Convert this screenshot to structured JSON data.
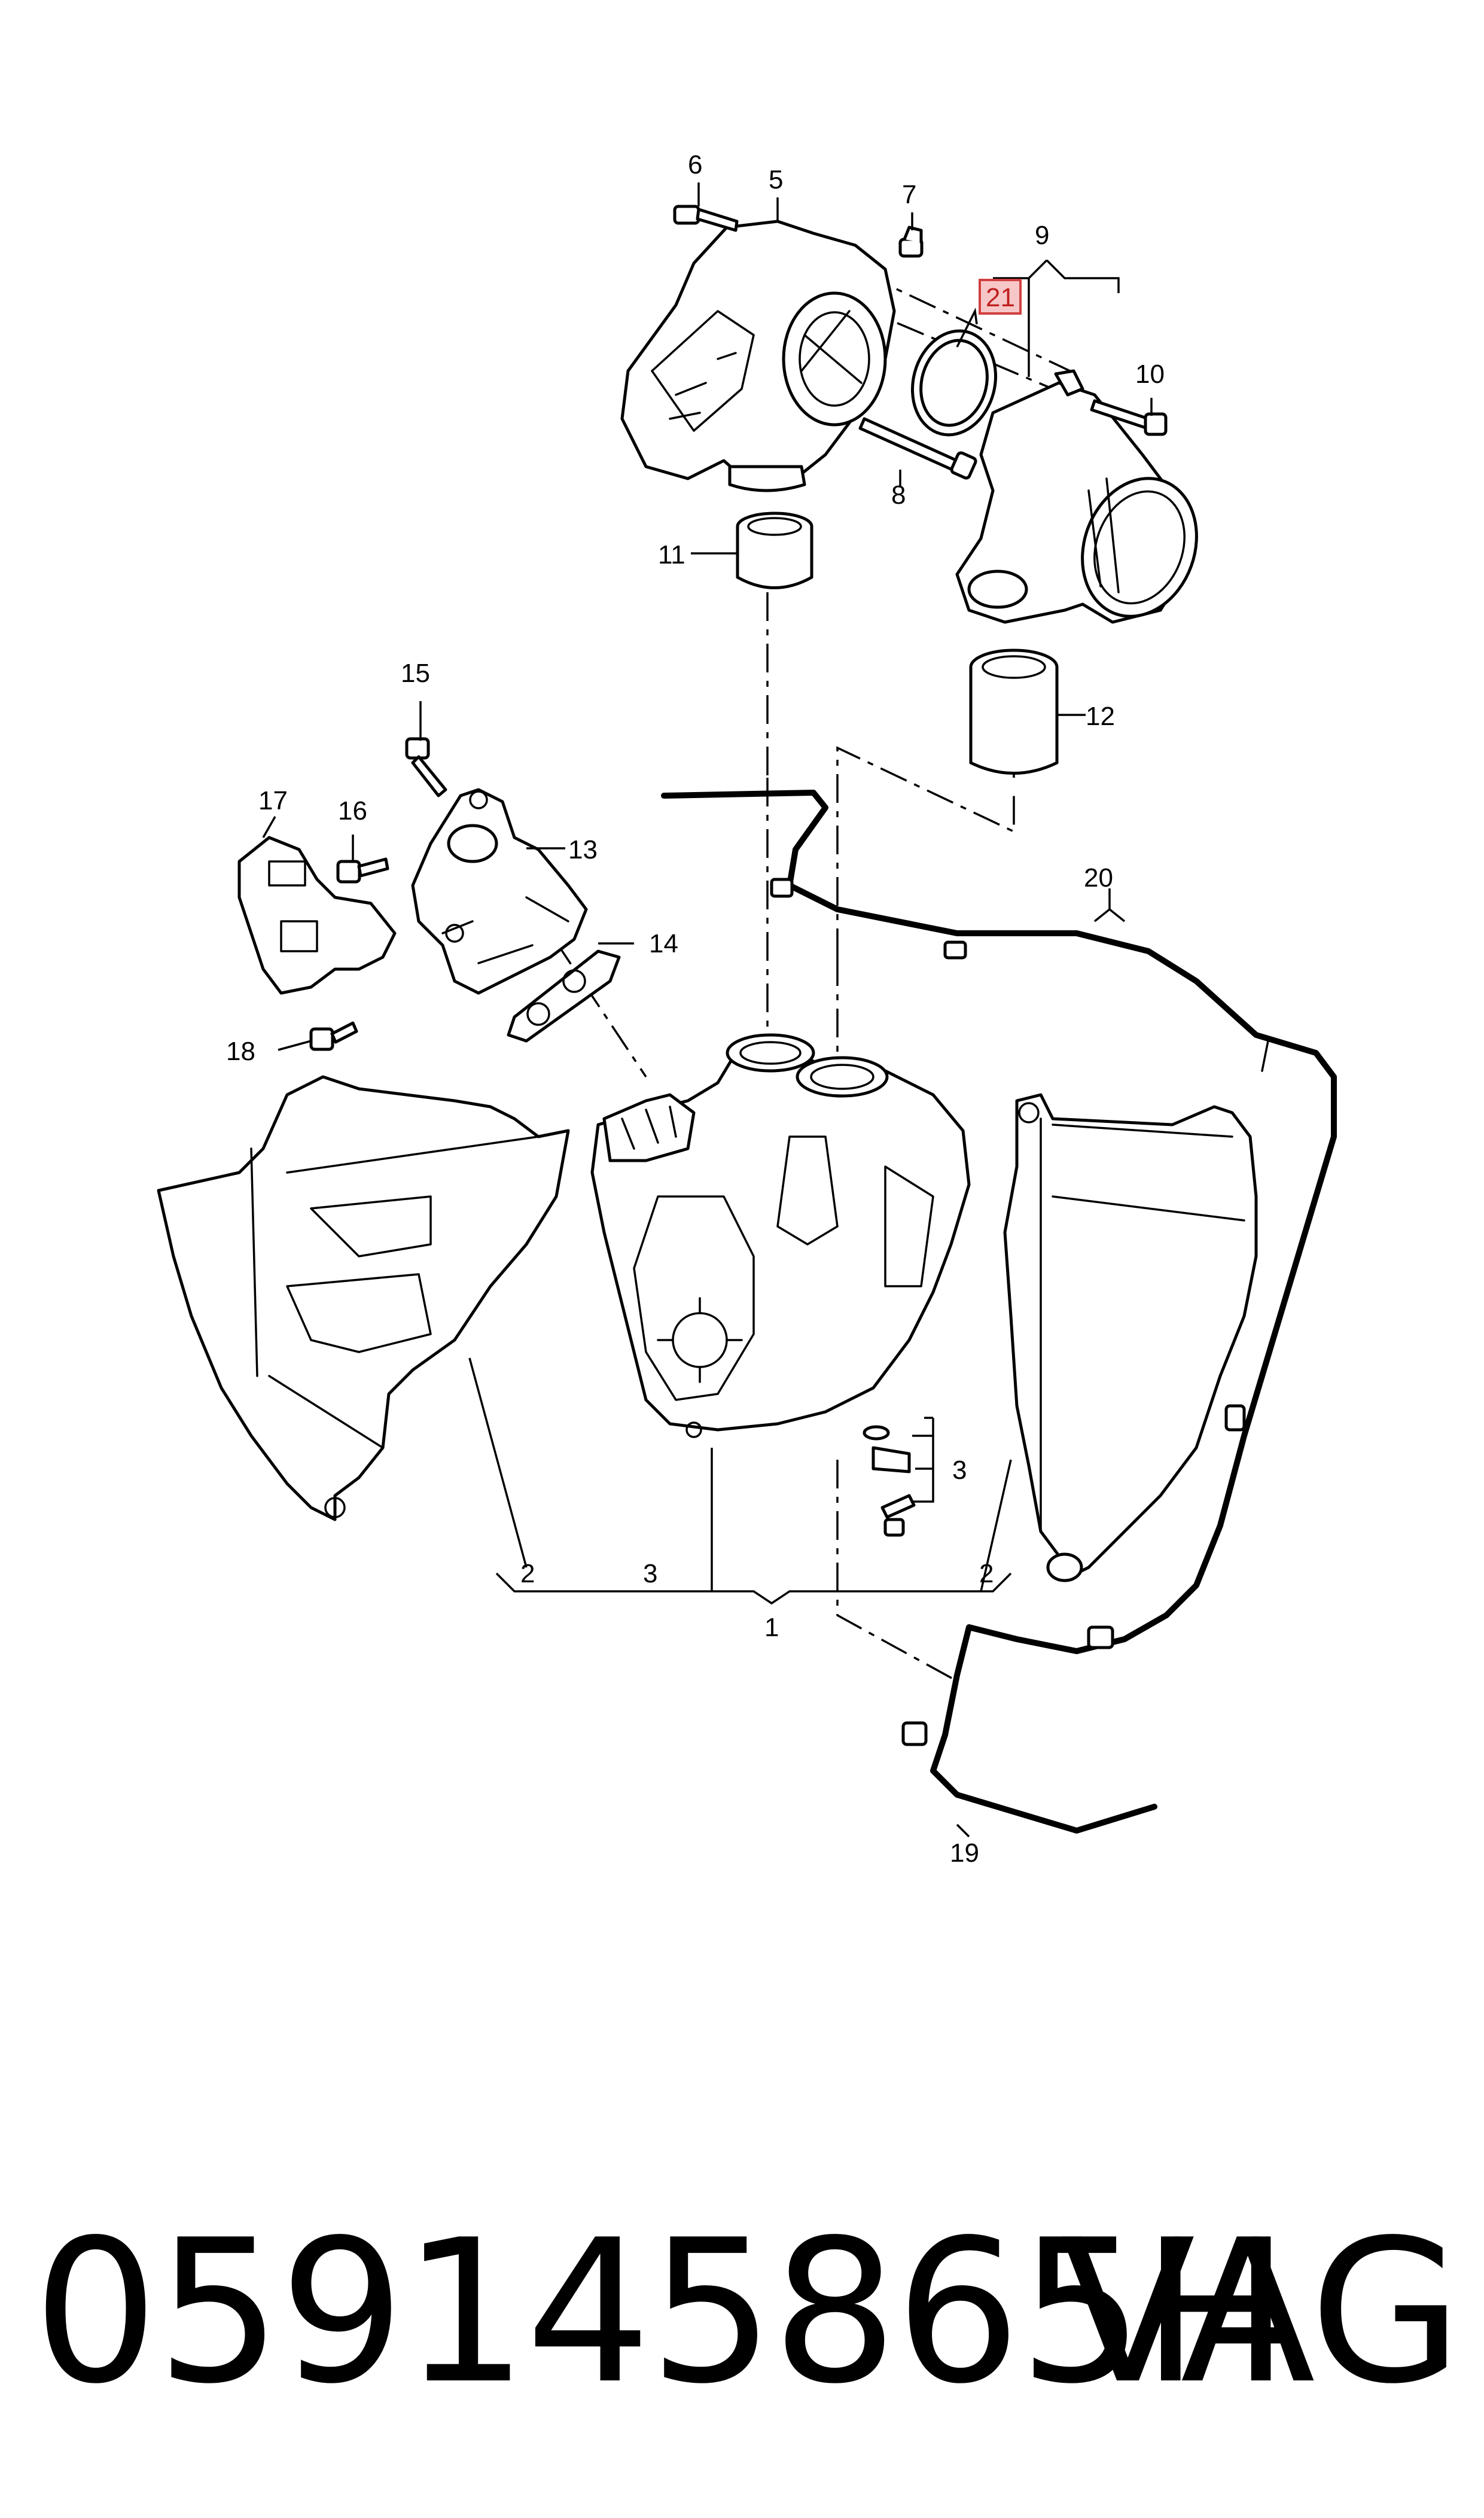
{
  "diagram": {
    "callouts": {
      "c1": "1",
      "c2a": "2",
      "c2b": "2",
      "c3a": "3",
      "c3b": "3",
      "c5": "5",
      "c6": "6",
      "c7": "7",
      "c8": "8",
      "c9": "9",
      "c10": "10",
      "c11": "11",
      "c12": "12",
      "c13": "13",
      "c14": "14",
      "c15": "15",
      "c16": "16",
      "c17": "17",
      "c18": "18",
      "c19": "19",
      "c20": "20",
      "c21": "21"
    },
    "highlighted_callout": "21"
  },
  "footer": {
    "part_number": "059145865H",
    "brand": "VAG"
  }
}
